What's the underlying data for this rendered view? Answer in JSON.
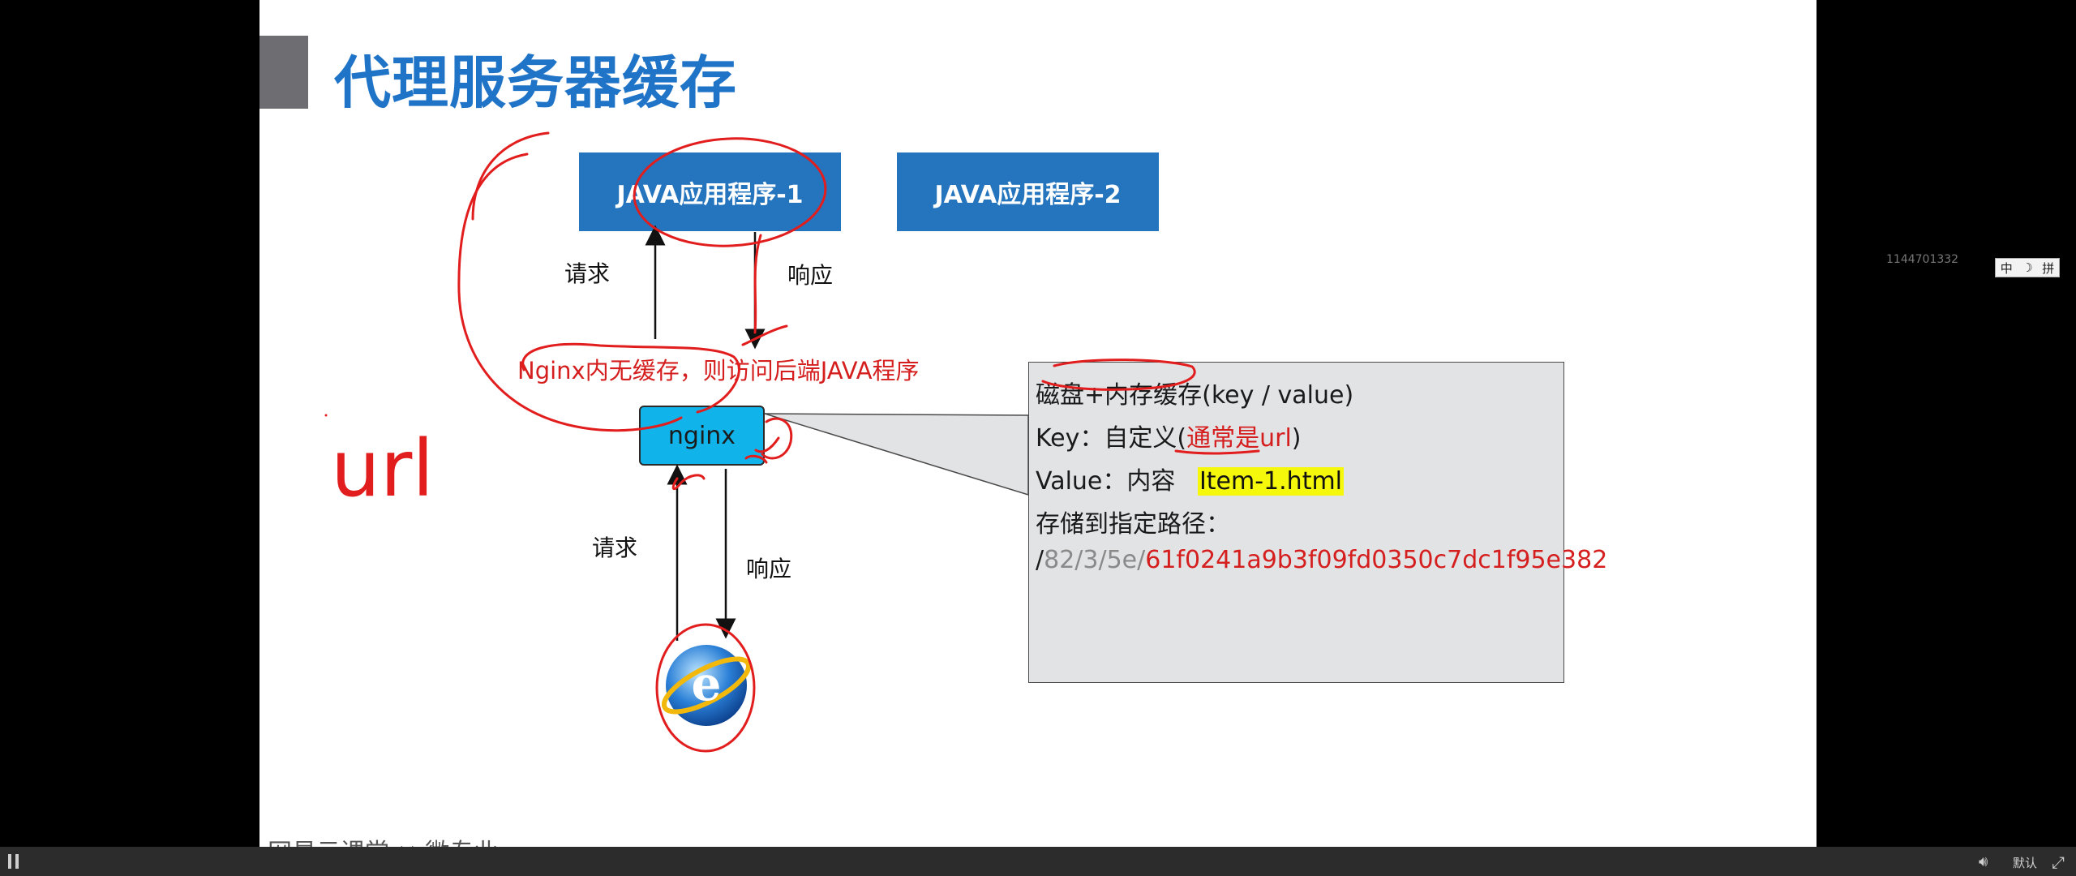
{
  "slide": {
    "title": "代理服务器缓存",
    "java_app_1": "JAVA应用程序-1",
    "java_app_2": "JAVA应用程序-2",
    "request_top": "请求",
    "response_top": "响应",
    "nginx_note": "Nginx内无缓存，则访问后端JAVA程序",
    "nginx_label": "nginx",
    "url_label": "url",
    "request_bottom": "请求",
    "response_bottom": "响应",
    "cache_box": {
      "line1": "磁盘+内存缓存(key / value)",
      "key_prefix": "Key：自定义(",
      "key_highlight": "通常是url",
      "key_suffix": ")",
      "value_prefix": "Value：内容",
      "value_highlight": "Item-1.html",
      "path_label": "存储到指定路径：",
      "path_slash1": "/",
      "path_gray": "82/3/5e",
      "path_slash2": "/",
      "path_hash": "61f0241a9b3f09fd0350c7dc1f95e382"
    },
    "browser_icon": "ie-browser-icon",
    "footer_text": "网易云课堂 × 微专业"
  },
  "overlay": {
    "watermark": "1144701332",
    "ime": [
      "中",
      "☽",
      "拼"
    ]
  },
  "player": {
    "quality": "默认",
    "icons": [
      "pause-icon",
      "volume-icon",
      "fullscreen-icon"
    ]
  },
  "colors": {
    "title": "#1f74c7",
    "java_box": "#2474be",
    "nginx_box": "#10b3ea",
    "annotation_red": "#e21d1d",
    "highlight_yellow": "#f6f80b",
    "info_box_bg": "#e2e3e5"
  }
}
